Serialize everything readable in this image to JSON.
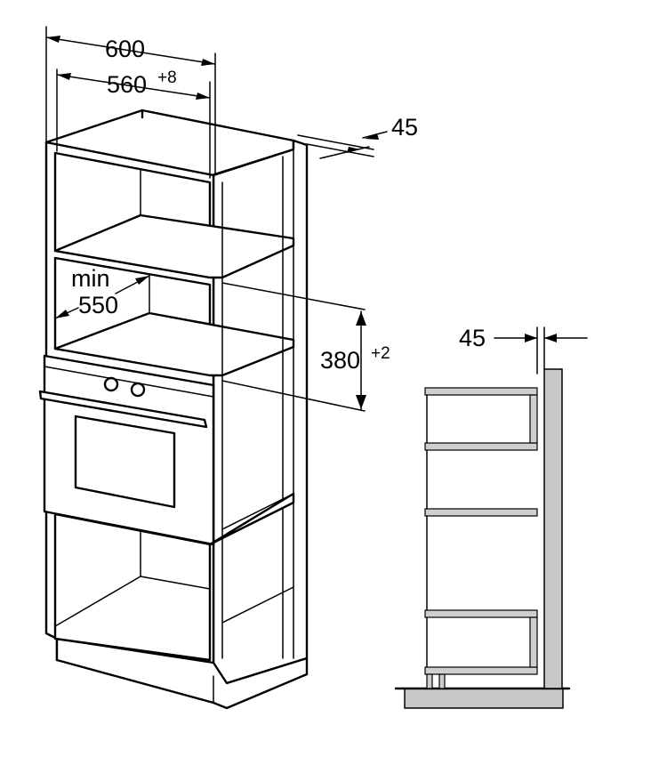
{
  "labels": {
    "width_outer": "600",
    "width_inner": "560",
    "width_inner_tol": "+8",
    "depth_top": "45",
    "min_word": "min",
    "min_value": "550",
    "height_niche": "380",
    "height_niche_tol": "+2",
    "side_depth": "45"
  },
  "colors": {
    "line": "#000000",
    "fill_gray": "#c8c8c8",
    "background": "#ffffff"
  }
}
